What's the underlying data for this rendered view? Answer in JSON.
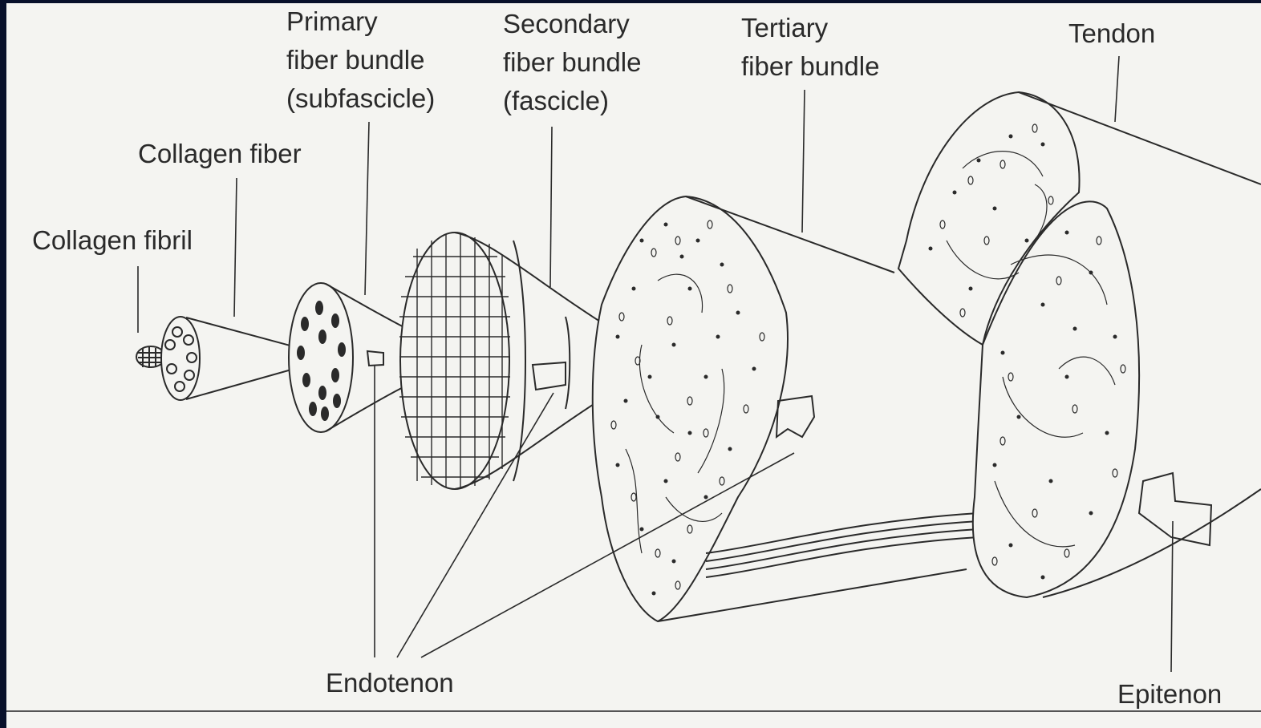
{
  "labels": {
    "collagen_fibril": "Collagen fibril",
    "collagen_fiber": "Collagen fiber",
    "primary": [
      "Primary",
      "fiber bundle",
      "(subfascicle)"
    ],
    "secondary": [
      "Secondary",
      "fiber bundle",
      "(fascicle)"
    ],
    "tertiary": [
      "Tertiary",
      "fiber bundle"
    ],
    "tendon": "Tendon",
    "endotenon": "Endotenon",
    "epitenon": "Epitenon"
  },
  "colors": {
    "background": "#08102a",
    "paper": "#f4f4f1",
    "ink": "#2a2a2a"
  }
}
